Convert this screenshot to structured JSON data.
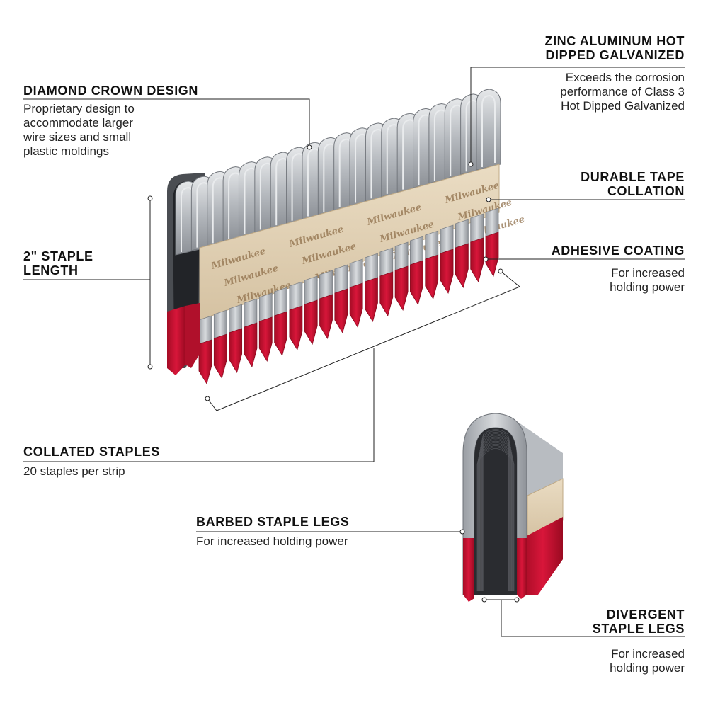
{
  "product": {
    "brand_mark": "Milwaukee",
    "colors": {
      "zinc": "#b9bcc0",
      "zinc_dark": "#7d8187",
      "red_tip": "#c8102e",
      "tape": "#e3d2b6",
      "leader": "#222222"
    }
  },
  "callouts": {
    "diamond_crown": {
      "title": "DIAMOND CROWN DESIGN",
      "desc": "Proprietary design to\naccommodate larger\nwire sizes and small\nplastic moldings"
    },
    "zinc": {
      "title": "ZINC ALUMINUM HOT\nDIPPED GALVANIZED",
      "desc": "Exceeds the corrosion\nperformance of Class 3\nHot Dipped Galvanized"
    },
    "tape": {
      "title": "DURABLE TAPE\nCOLLATION",
      "desc": ""
    },
    "staple_length": {
      "title": "2\" STAPLE\nLENGTH",
      "desc": ""
    },
    "adhesive": {
      "title": "ADHESIVE COATING",
      "desc": "For increased\nholding power"
    },
    "collated": {
      "title": "COLLATED STAPLES",
      "desc": "20 staples per strip"
    },
    "barbed": {
      "title": "BARBED STAPLE LEGS",
      "desc": "For increased holding power"
    },
    "divergent": {
      "title": "DIVERGENT\nSTAPLE LEGS",
      "desc": "For increased\nholding power"
    }
  }
}
